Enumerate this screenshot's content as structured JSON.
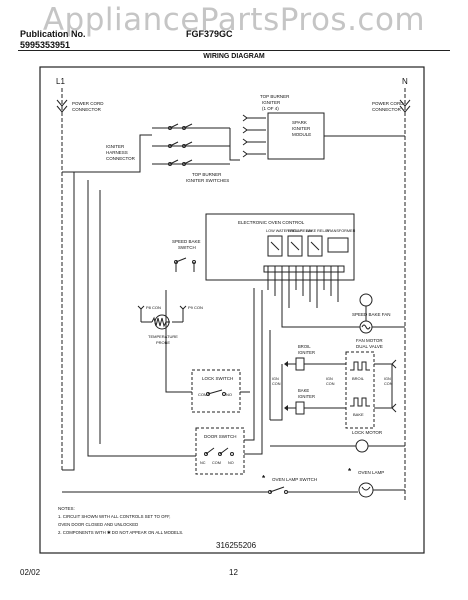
{
  "watermark": "AppliancePartsPros.com",
  "header": {
    "left_line1": "Publication No.",
    "left_line2": "5995353951",
    "center": "FGF379GC",
    "title": "WIRING DIAGRAM"
  },
  "labels": {
    "l1": "L1",
    "n": "N",
    "power_cord_left": [
      "POWER CORD",
      "CONNECTOR"
    ],
    "power_cord_right": [
      "POWER CORD",
      "CONNECTOR"
    ],
    "top_burner_ignitor": [
      "TOP BURNER",
      "IGNITER",
      "(1 OF 4)"
    ],
    "spark_module": [
      "SPARK",
      "IGNITER",
      "MODULE"
    ],
    "ignitor_harness": [
      "IGNITER",
      "HARNESS",
      "CONNECTOR"
    ],
    "top_burner_switches": [
      "TOP BURNER",
      "IGNITER SWITCHES"
    ],
    "eoc": "ELECTRONIC OVEN CONTROL",
    "relays": [
      "LOW WATER RELAY",
      "BROIL RELAY",
      "BAKE RELAY"
    ],
    "transformer": "TRANSFORMER",
    "speed_bake_switch": [
      "SPEED BAKE",
      "SWITCH"
    ],
    "p8_con": "P8 CON",
    "p9_con": "P9 CON",
    "temp_probe": [
      "TEMPERATURE",
      "PROBE"
    ],
    "speed_bake_fan": "SPEED BAKE FAN",
    "fan_motor": "FAN MOTOR",
    "broil_ignitor": [
      "BROIL",
      "IGNITER"
    ],
    "dual_valve": "DUAL VALVE",
    "bake_ignitor": [
      "BAKE",
      "IGNITER"
    ],
    "broil_coil": "BROIL",
    "bake_coil": "BAKE",
    "ign_con": [
      "IGN",
      "CON"
    ],
    "lock_switch": "LOCK SWITCH",
    "com": "COM",
    "no": "NO",
    "nc": "NC",
    "door_switch": "DOOR SWITCH",
    "lock_motor": "LOCK MOTOR",
    "oven_lamp_switch": "OVEN LAMP SWITCH",
    "oven_lamp": "OVEN LAMP"
  },
  "notes": {
    "heading": "NOTES:",
    "items": [
      "1.  CIRCUIT SHOWN WITH ALL CONTROLS SET TO OFF,",
      "     OVEN DOOR CLOSED AND UNLOCKED",
      "2.  COMPONENTS WITH  ✱  DO NOT APPEAR ON ALL MODELS."
    ]
  },
  "diagram_number": "316255206",
  "footer": {
    "date": "02/02",
    "page": "12"
  }
}
